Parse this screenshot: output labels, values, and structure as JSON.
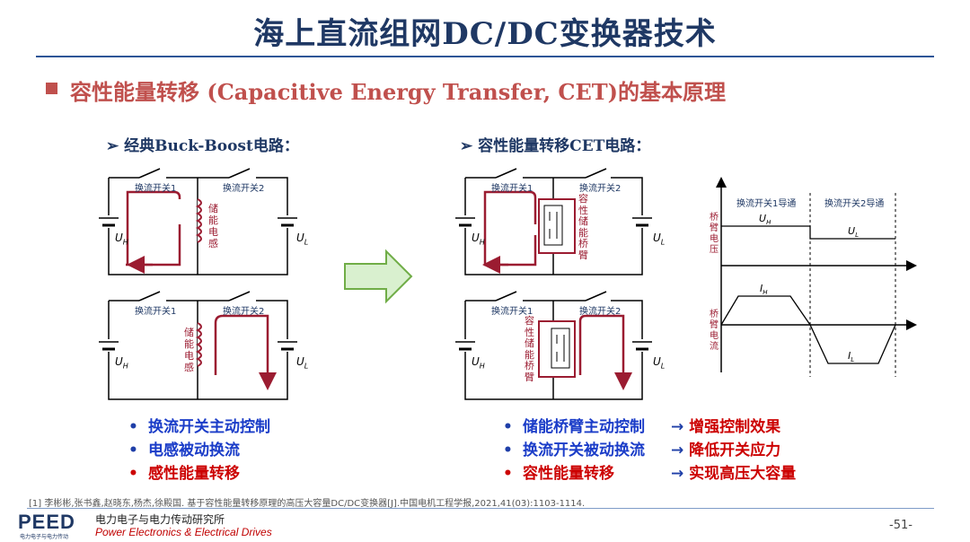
{
  "header": {
    "title": "海上直流组网DC/DC变换器技术",
    "subtitle": "容性能量转移 (Capacitive Energy Transfer, CET)的基本原理"
  },
  "left": {
    "heading": "➢  经典Buck-Boost电路：",
    "switch1": "换流开关1",
    "switch2": "换流开关2",
    "inductor_label": [
      "储",
      "能",
      "电",
      "感"
    ],
    "uh": "U",
    "uh_sub": "H",
    "ul": "U",
    "ul_sub": "L",
    "bullets": [
      {
        "dot": "•",
        "text": "换流开关主动控制"
      },
      {
        "dot": "•",
        "text": "电感被动换流"
      },
      {
        "dot": "•",
        "text": "感性能量转移"
      }
    ]
  },
  "right": {
    "heading": "➢  容性能量转移CET电路：",
    "switch1": "换流开关1",
    "switch2": "换流开关2",
    "arm_label": [
      "容",
      "性",
      "储",
      "能",
      "桥",
      "臂"
    ],
    "bullets": [
      {
        "dot": "•",
        "text": "储能桥臂主动控制",
        "arrow": "→",
        "effect": "增强控制效果"
      },
      {
        "dot": "•",
        "text": "换流开关被动换流",
        "arrow": "→",
        "effect": "降低开关应力"
      },
      {
        "dot": "•",
        "text": "容性能量转移",
        "arrow": "→",
        "effect": "实现高压大容量"
      }
    ]
  },
  "waveform": {
    "phase1": "换流开关1导通",
    "phase2": "换流开关2导通",
    "v_label": [
      "桥",
      "臂",
      "电",
      "压"
    ],
    "i_label": [
      "桥",
      "臂",
      "电",
      "流"
    ],
    "uh": "U",
    "uh_sub": "H",
    "ul": "U",
    "ul_sub": "L",
    "ih": "I",
    "ih_sub": "H",
    "il": "I",
    "il_sub": "L"
  },
  "footer": {
    "reference": "[1] 李彬彬,张书鑫,赵晓东,杨杰,徐殿国. 基于容性能量转移原理的高压大容量DC/DC变换器[J].中国电机工程学报,2021,41(03):1103-1114.",
    "logo": "PEED",
    "logo_small": "电力电子与电力传动",
    "lab_cn": "电力电子与电力传动研究所",
    "lab_en": "Power Electronics & Electrical Drives",
    "page": "-51-"
  },
  "colors": {
    "title": "#1f3864",
    "accent_red": "#c0504d",
    "current_arrow": "#9b1c31",
    "bullet_blue": "#1a3cc8",
    "bullet_red": "#cc0000",
    "big_arrow": "#70ad47"
  }
}
